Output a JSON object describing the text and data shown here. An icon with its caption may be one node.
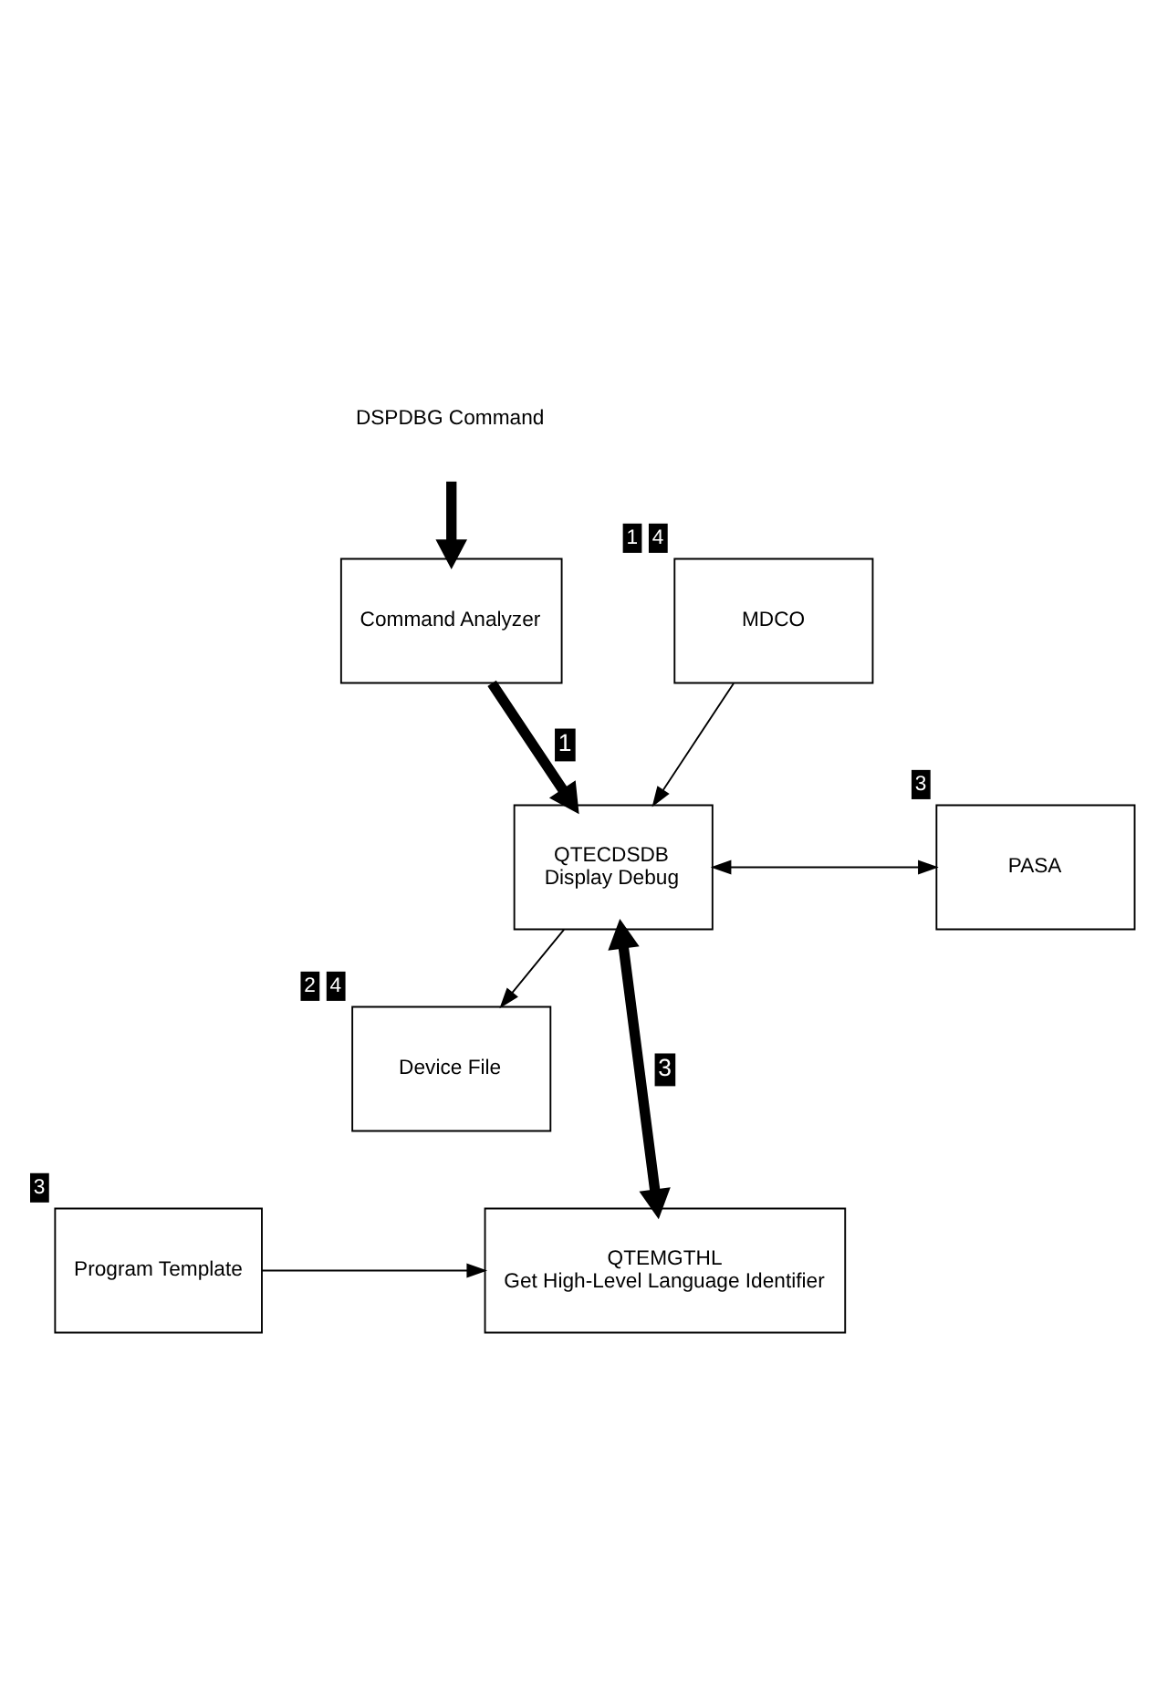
{
  "diagram": {
    "nodes": [
      {
        "text": [
          "DSPDBG Command"
        ]
      },
      {
        "text": [
          "Command Analyzer"
        ]
      },
      {
        "text": [
          "MDCO"
        ],
        "beside": [
          "1",
          "4"
        ]
      },
      {
        "text": [
          "QTECDSDB",
          "Display Debug"
        ]
      },
      {
        "text": [
          "PASA"
        ],
        "beside": [
          "3"
        ]
      },
      {
        "text": [
          "Device File"
        ],
        "beside": [
          "2",
          "4"
        ]
      },
      {
        "text": [
          "QTEMGTHL",
          "Get High-Level Language Identifier"
        ]
      },
      {
        "text": [
          "Program Template"
        ],
        "beside": [
          "3"
        ]
      }
    ],
    "edges": [
      {
        "from": 0,
        "to": 1,
        "arrow": "to",
        "style": "thick"
      },
      {
        "from": 1,
        "to": 3,
        "arrow": "to",
        "style": "thick",
        "label": "1"
      },
      {
        "from": 2,
        "to": 3,
        "arrow": "to"
      },
      {
        "from": 3,
        "to": 4,
        "arrow": "both"
      },
      {
        "from": 3,
        "to": 5,
        "arrow": "to"
      },
      {
        "from": 3,
        "to": 6,
        "arrow": "both",
        "style": "thick",
        "label": "3"
      },
      {
        "from": 7,
        "to": 6,
        "arrow": "to"
      }
    ]
  }
}
